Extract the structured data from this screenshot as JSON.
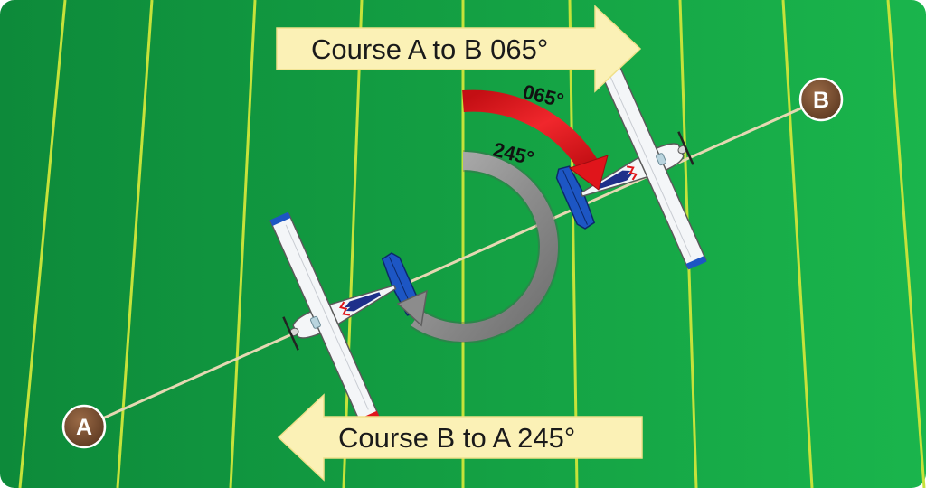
{
  "points": {
    "a": "A",
    "b": "B"
  },
  "arrows": {
    "a_to_b": "Course A to B 065°",
    "b_to_a": "Course B to A 245°"
  },
  "angles": {
    "outbound": "065°",
    "inbound": "245°"
  },
  "colors": {
    "field_dark": "#0d8a3a",
    "field_light": "#1ab54c",
    "furrow": "#c6e23a",
    "course_line": "#e5d8b2",
    "arrow_fill": "#fbf1b6",
    "turn_red": "#e0151b",
    "turn_gray": "#8c8c8c",
    "point_fill": "#7a4f33",
    "wing_white": "#f4f6f8",
    "tail_blue": "#1d56c4"
  }
}
